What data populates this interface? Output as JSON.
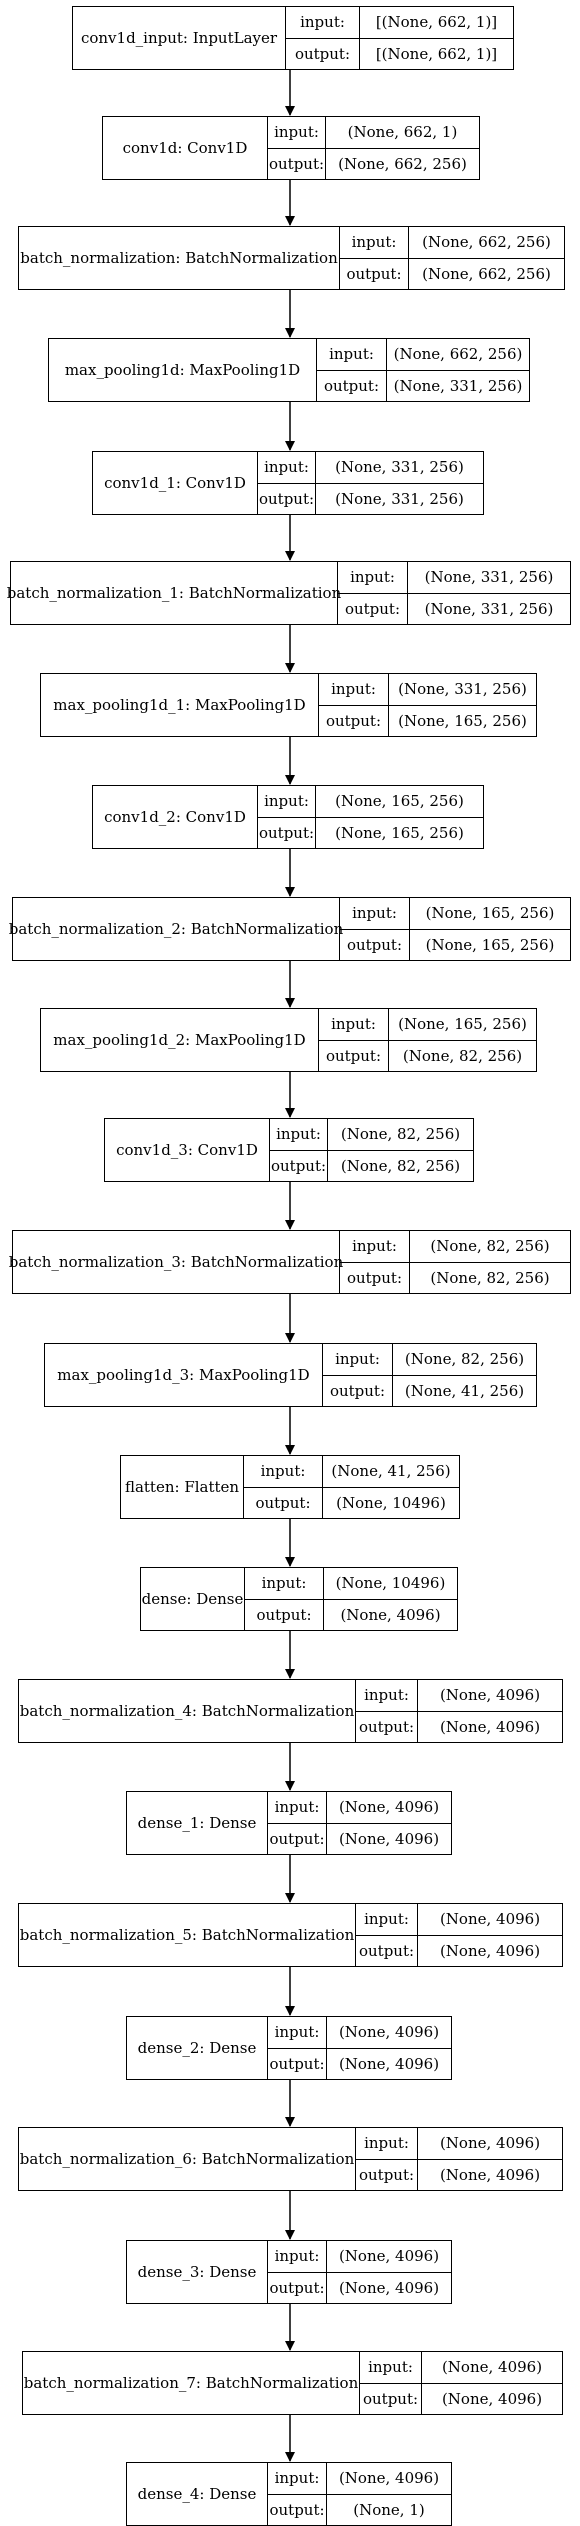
{
  "port_labels": {
    "input": "input:",
    "output": "output:"
  },
  "layers": [
    {
      "name": "conv1d_input: InputLayer",
      "input": "[(None, 662, 1)]",
      "output": "[(None, 662, 1)]"
    },
    {
      "name": "conv1d: Conv1D",
      "input": "(None, 662, 1)",
      "output": "(None, 662, 256)"
    },
    {
      "name": "batch_normalization: BatchNormalization",
      "input": "(None, 662, 256)",
      "output": "(None, 662, 256)"
    },
    {
      "name": "max_pooling1d: MaxPooling1D",
      "input": "(None, 662, 256)",
      "output": "(None, 331, 256)"
    },
    {
      "name": "conv1d_1: Conv1D",
      "input": "(None, 331, 256)",
      "output": "(None, 331, 256)"
    },
    {
      "name": "batch_normalization_1: BatchNormalization",
      "input": "(None, 331, 256)",
      "output": "(None, 331, 256)"
    },
    {
      "name": "max_pooling1d_1: MaxPooling1D",
      "input": "(None, 331, 256)",
      "output": "(None, 165, 256)"
    },
    {
      "name": "conv1d_2: Conv1D",
      "input": "(None, 165, 256)",
      "output": "(None, 165, 256)"
    },
    {
      "name": "batch_normalization_2: BatchNormalization",
      "input": "(None, 165, 256)",
      "output": "(None, 165, 256)"
    },
    {
      "name": "max_pooling1d_2: MaxPooling1D",
      "input": "(None, 165, 256)",
      "output": "(None, 82, 256)"
    },
    {
      "name": "conv1d_3: Conv1D",
      "input": "(None, 82, 256)",
      "output": "(None, 82, 256)"
    },
    {
      "name": "batch_normalization_3: BatchNormalization",
      "input": "(None, 82, 256)",
      "output": "(None, 82, 256)"
    },
    {
      "name": "max_pooling1d_3: MaxPooling1D",
      "input": "(None, 82, 256)",
      "output": "(None, 41, 256)"
    },
    {
      "name": "flatten: Flatten",
      "input": "(None, 41, 256)",
      "output": "(None, 10496)"
    },
    {
      "name": "dense: Dense",
      "input": "(None, 10496)",
      "output": "(None, 4096)"
    },
    {
      "name": "batch_normalization_4: BatchNormalization",
      "input": "(None, 4096)",
      "output": "(None, 4096)"
    },
    {
      "name": "dense_1: Dense",
      "input": "(None, 4096)",
      "output": "(None, 4096)"
    },
    {
      "name": "batch_normalization_5: BatchNormalization",
      "input": "(None, 4096)",
      "output": "(None, 4096)"
    },
    {
      "name": "dense_2: Dense",
      "input": "(None, 4096)",
      "output": "(None, 4096)"
    },
    {
      "name": "batch_normalization_6: BatchNormalization",
      "input": "(None, 4096)",
      "output": "(None, 4096)"
    },
    {
      "name": "dense_3: Dense",
      "input": "(None, 4096)",
      "output": "(None, 4096)"
    },
    {
      "name": "batch_normalization_7: BatchNormalization",
      "input": "(None, 4096)",
      "output": "(None, 4096)"
    },
    {
      "name": "dense_4: Dense",
      "input": "(None, 4096)",
      "output": "(None, 1)"
    }
  ]
}
